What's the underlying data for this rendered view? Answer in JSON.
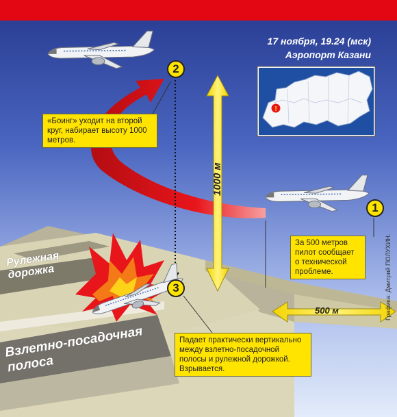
{
  "header": {
    "datetime": "17 ноября, 19.24 (мск)",
    "place": "Аэропорт Казани"
  },
  "steps": [
    {
      "number": "1",
      "text": "За 500 метров пилот сообщает о технической проблеме."
    },
    {
      "number": "2",
      "text": "«Боинг» уходит на второй круг, набирает высоту 1000 метров."
    },
    {
      "number": "3",
      "text": "Падает практически вертикально между взлетно-посадочной полосы и рулежной дорожкой. Взрывается."
    }
  ],
  "dimensions": {
    "height": "1000 м",
    "distance": "500 м"
  },
  "ground": {
    "taxiway": "Рулежная дорожка",
    "runway": "Взлетно-посадочная полоса"
  },
  "credit": "Графика: Дмитрий ПОЛУХИН.",
  "colors": {
    "banner": "#e30613",
    "note_fill": "#ffe400",
    "arrow_red": "#e0151b",
    "sky_top": "#2a3f9a",
    "ground": "#dcd7b8"
  },
  "icons": [
    "airplane-icon",
    "russia-map-icon",
    "warning-icon",
    "explosion-icon"
  ]
}
